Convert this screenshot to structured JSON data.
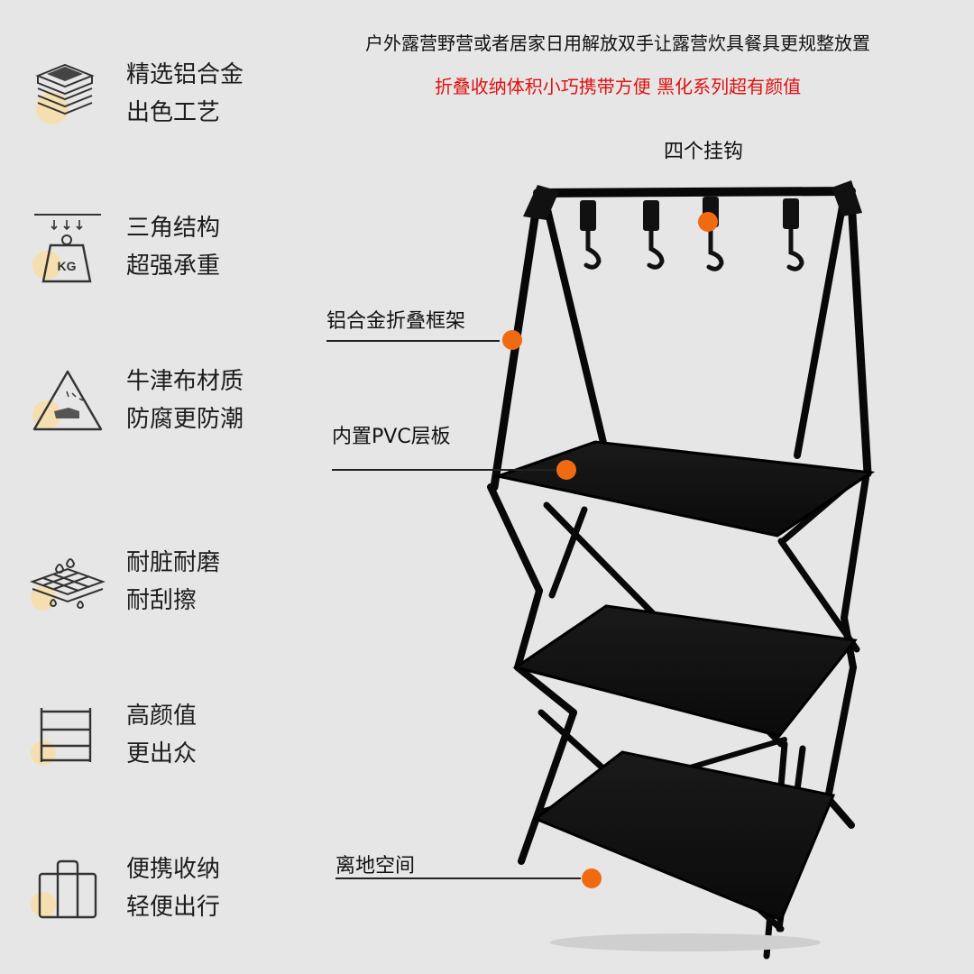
{
  "header": {
    "line1": "户外露营野营或者居家日用解放双手让露营炊具餐具更规整放置",
    "line2": "折叠收纳体积小巧携带方便 黑化系列超有颜值",
    "line2_color": "#e01010"
  },
  "features": [
    {
      "icon": "stacked-layers-icon",
      "line1": "精选铝合金",
      "line2": "出色工艺"
    },
    {
      "icon": "weight-kg-icon",
      "line1": "三角结构",
      "line2": "超强承重"
    },
    {
      "icon": "warning-hand-icon",
      "line1": "牛津布材质",
      "line2": "防腐更防潮"
    },
    {
      "icon": "water-drops-fabric-icon",
      "line1": "耐脏耐磨",
      "line2": "耐刮擦"
    },
    {
      "icon": "shelf-icon",
      "line1": "高颜值",
      "line2": "更出众"
    },
    {
      "icon": "bag-icon",
      "line1": "便携收纳",
      "line2": "轻便出行"
    }
  ],
  "callouts": {
    "hooks": "四个挂钩",
    "frame": "铝合金折叠框架",
    "shelf": "内置PVC层板",
    "ground": "离地空间"
  },
  "colors": {
    "accent_dot": "#f06a12",
    "icon_highlight": "#f5dfb0",
    "background": "#e6e6e6"
  }
}
